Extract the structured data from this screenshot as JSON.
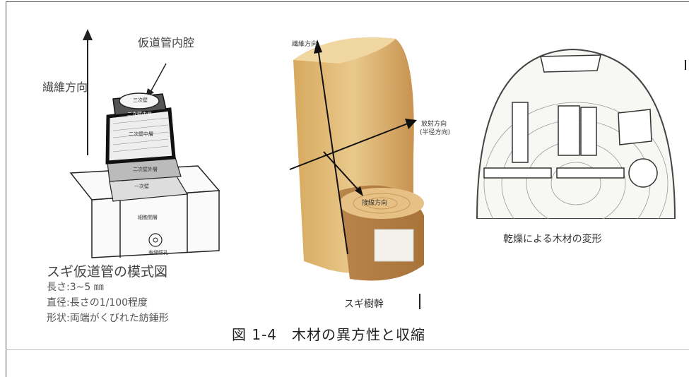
{
  "left_panel": {
    "fiber_direction": "繊維方向",
    "lumen_label": "仮道管内腔",
    "caption_title": "スギ仮道管の模式図",
    "caption_length": "長さ:3~5 ㎜",
    "caption_diameter": "直径:長さの1/100程度",
    "caption_shape": "形状:両端がくびれた紡錘形",
    "layer_labels": [
      "三次壁",
      "二次壁内層",
      "二次壁中層",
      "二次壁外層",
      "一次壁",
      "細胞間層",
      "有縁壁孔"
    ]
  },
  "center_panel": {
    "fiber_direction": "繊維方向",
    "radial_direction": "放射方向",
    "radial_direction_sub": "(半径方向)",
    "tangential_direction": "接線方向",
    "caption": "スギ樹幹"
  },
  "right_panel": {
    "caption": "乾燥による木材の変形"
  },
  "figure_caption": "図 1-4　木材の異方性と収縮",
  "colors": {
    "wood_light": "#e9c98b",
    "wood_mid": "#d7a95e",
    "wood_dark": "#a8743a",
    "line": "#222222"
  }
}
